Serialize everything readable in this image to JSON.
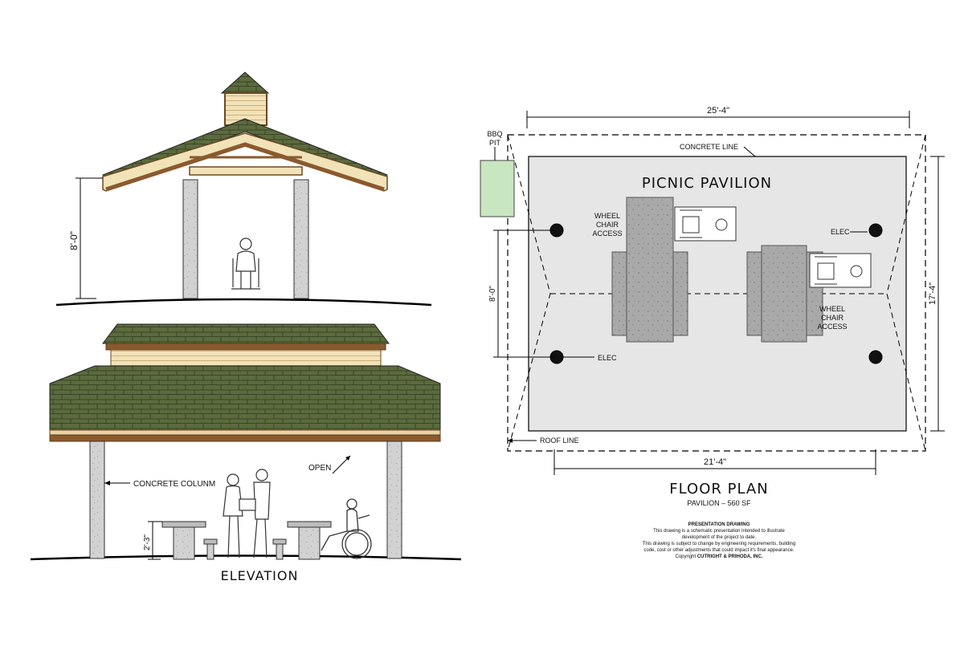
{
  "colors": {
    "roof_shingle": "#5c6b3e",
    "wood_trim": "#8a5a2e",
    "siding": "#f2e2b8",
    "concrete": "#d2d2d2",
    "slab": "#e6e6e6",
    "table": "#a9a9a9",
    "bbq": "#c8e6c0"
  },
  "elevation": {
    "dim_height": "8'-0\"",
    "table_height": "2'-3\"",
    "concrete_column": "CONCRETE COLUNM",
    "open": "OPEN",
    "title": "ELEVATION"
  },
  "plan": {
    "overall_width": "25'-4\"",
    "overall_depth": "17'-4\"",
    "slab_width": "21'-4\"",
    "bay_depth": "8'-0\"",
    "bbq_pit": [
      "BBQ",
      "PIT"
    ],
    "concrete_line": "CONCRETE LINE",
    "roof_line": "ROOF LINE",
    "heading": "PICNIC PAVILION",
    "wheelchair_1": [
      "WHEEL",
      "CHAIR",
      "ACCESS"
    ],
    "wheelchair_2": [
      "WHEEL",
      "CHAIR",
      "ACCESS"
    ],
    "elec_1": "ELEC",
    "elec_2": "ELEC"
  },
  "titles": {
    "floor_plan": "FLOOR PLAN",
    "floor_plan_sub": "PAVILION – 560 SF"
  },
  "notes": {
    "heading": "PRESENTATION DRAWING",
    "line1": "This drawing is a schematic presentation intended to illustrate",
    "line2": "development of the project to date.",
    "line3": "This drawing is subject to change by engineering requirements, building",
    "line4": "code, cost or other adjustments that could impact it's final appearance.",
    "copyright_prefix": "Copyright ",
    "copyright_firm": "CUTRIGHT & PRIHODA, INC."
  }
}
